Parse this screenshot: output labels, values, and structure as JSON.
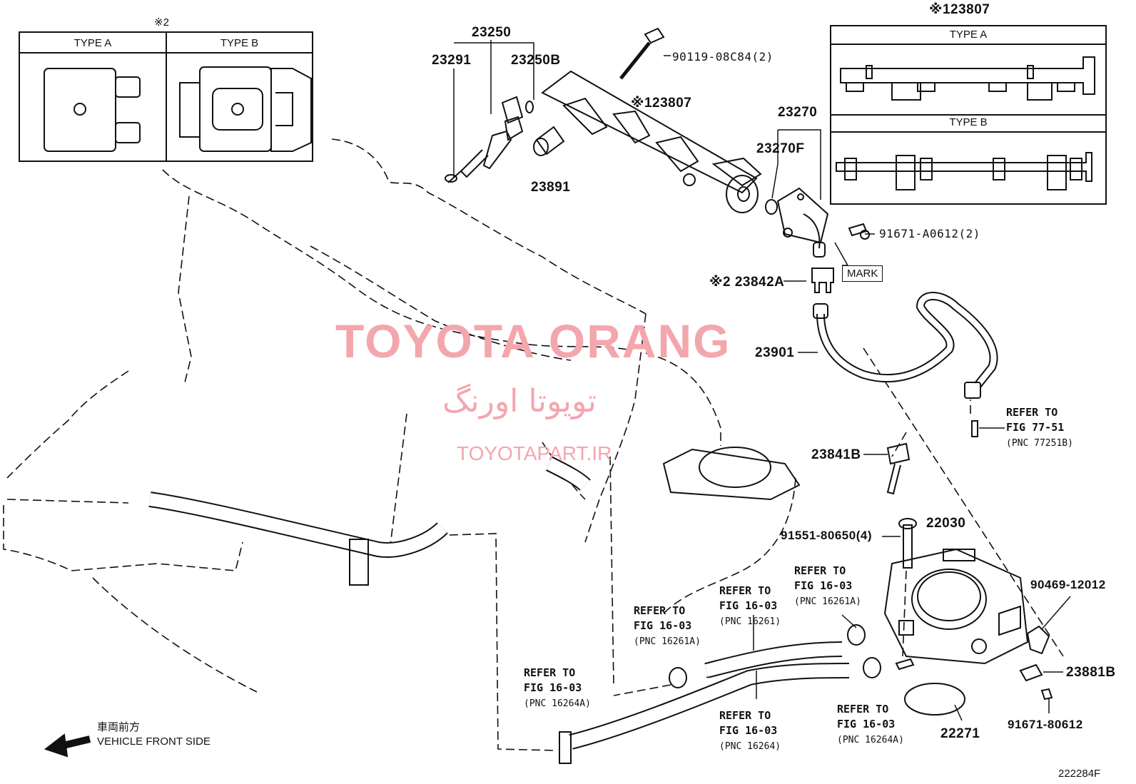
{
  "inset_left": {
    "mark": "※2",
    "type_a": "TYPE A",
    "type_b": "TYPE B"
  },
  "inset_right": {
    "part": "※123807",
    "type_a": "TYPE A",
    "type_b": "TYPE B"
  },
  "parts": {
    "p23250": "23250",
    "p23291": "23291",
    "p23250B": "23250B",
    "p90119": "90119-08C84(2)",
    "p23807": "※123807",
    "p23891": "23891",
    "p23270": "23270",
    "p23270F": "23270F",
    "p91671A": "91671-A0612(2)",
    "mark": "MARK",
    "p23842A": "※2 23842A",
    "p23901": "23901",
    "p23841B": "23841B",
    "p91551": "91551-80650(4)",
    "p22030": "22030",
    "p90469": "90469-12012",
    "p23881B": "23881B",
    "p91671": "91671-80612",
    "p22271": "22271"
  },
  "refs": {
    "r77_51": {
      "l1": "REFER TO",
      "l2": "FIG 77-51",
      "l3": "(PNC 77251B)"
    },
    "r16261A_mid": {
      "l1": "REFER TO",
      "l2": "FIG 16-03",
      "l3": "(PNC 16261A)"
    },
    "r16261": {
      "l1": "REFER TO",
      "l2": "FIG 16-03",
      "l3": "(PNC 16261)"
    },
    "r16261A_top": {
      "l1": "REFER TO",
      "l2": "FIG 16-03",
      "l3": "(PNC 16261A)"
    },
    "r16264A_left": {
      "l1": "REFER TO",
      "l2": "FIG 16-03",
      "l3": "(PNC 16264A)"
    },
    "r16264": {
      "l1": "REFER TO",
      "l2": "FIG 16-03",
      "l3": "(PNC 16264)"
    },
    "r16264A_right": {
      "l1": "REFER TO",
      "l2": "FIG 16-03",
      "l3": "(PNC 16264A)"
    }
  },
  "front": {
    "jp": "車両前方",
    "en": "VEHICLE FRONT SIDE"
  },
  "fig_id": "222284F",
  "watermark": {
    "en": "TOYOTA ORANG",
    "fa": "تویوتا اورنگ",
    "url": "TOYOTAPART.IR"
  }
}
